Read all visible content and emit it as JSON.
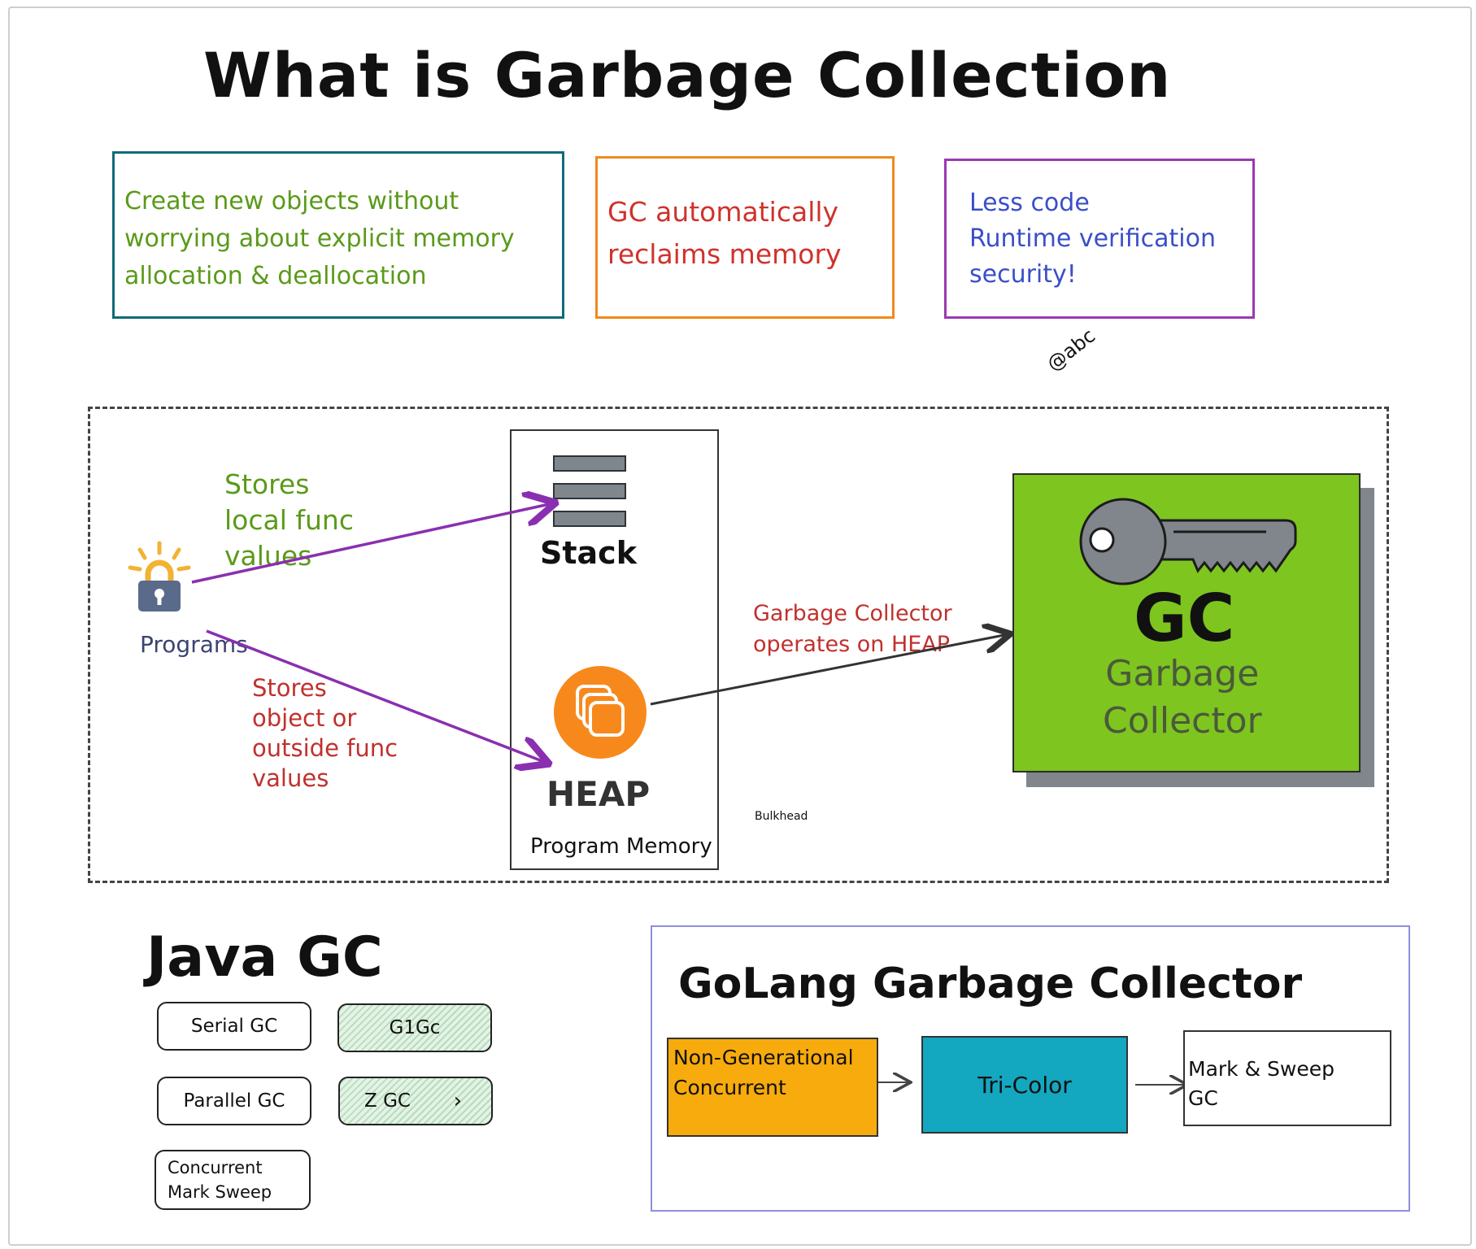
{
  "title": "What is Garbage Collection",
  "cards": [
    {
      "lines": [
        "Create new objects without",
        "worrying about explicit memory",
        "allocation & deallocation"
      ],
      "border": "#0f6b7a",
      "color": "#5a9a1a"
    },
    {
      "lines": [
        "GC automatically",
        "reclaims memory"
      ],
      "border": "#f08a1c",
      "color": "#d0322c"
    },
    {
      "lines": [
        "Less code",
        "Runtime verification",
        "security!"
      ],
      "border": "#9b39b0",
      "color": "#3a4fc8"
    }
  ],
  "signature": "@abc",
  "diagram": {
    "programs_label": "Programs",
    "stores_local": [
      "Stores",
      "local func",
      "values"
    ],
    "stores_object": [
      "Stores",
      "object or",
      "outside func",
      "values"
    ],
    "stack_label": "Stack",
    "heap_label": "HEAP",
    "memory_label": "Program Memory",
    "gc_operates": [
      "Garbage Collector",
      "operates on HEAP"
    ],
    "bulkhead": "Bulkhead",
    "gc_title": "GC",
    "gc_sub": [
      "Garbage",
      "Collector"
    ]
  },
  "java": {
    "title": "Java GC",
    "types": [
      "Serial GC",
      "G1Gc",
      "Parallel GC",
      "Z GC",
      "Concurrent Mark Sweep"
    ]
  },
  "golang": {
    "title": "GoLang Garbage Collector",
    "steps": [
      "Non-Generational Concurrent",
      "Tri-Color",
      "Mark & Sweep GC"
    ]
  },
  "colors": {
    "purple_arrow": "#8a2fb0",
    "gc_green": "#7ec520",
    "heap_orange": "#f7891c",
    "tricolor": "#14a7c0",
    "nongen": "#f7ab0c"
  }
}
